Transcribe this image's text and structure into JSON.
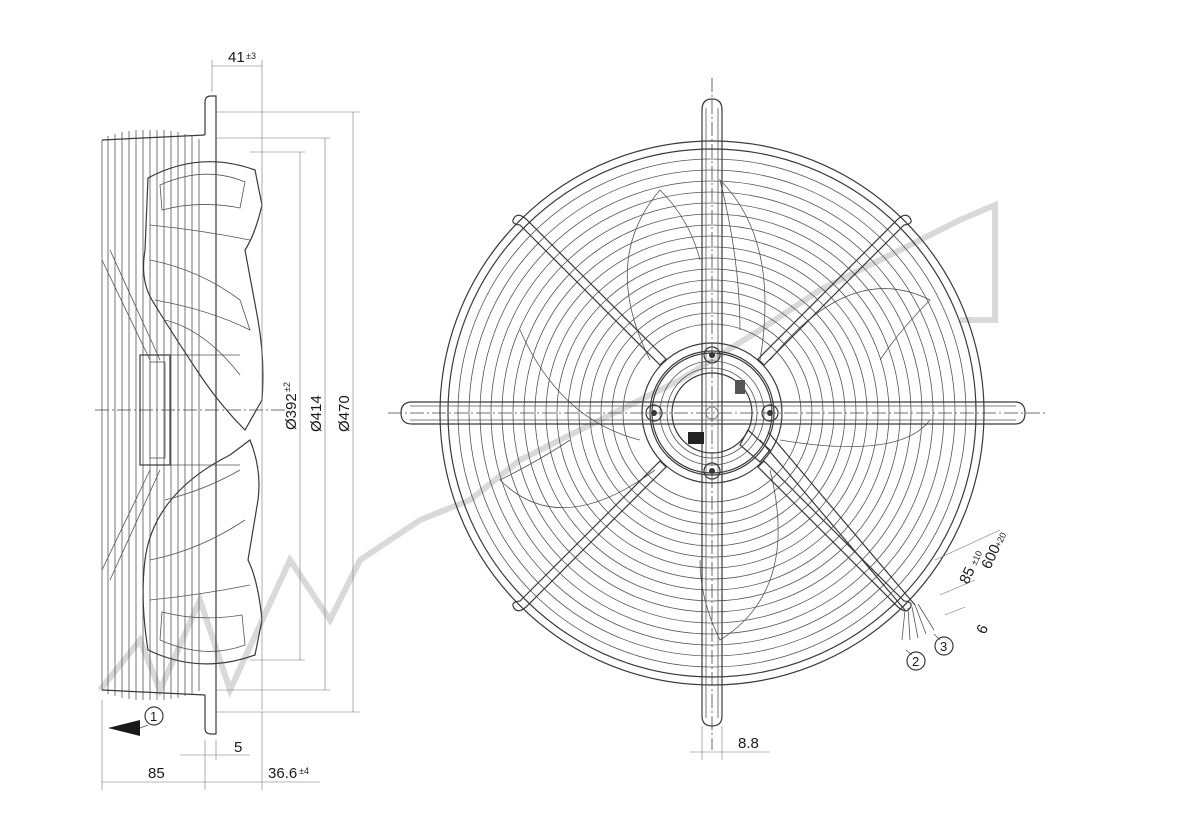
{
  "dimensions": {
    "top_offset": {
      "value": "41",
      "tol": "±3"
    },
    "dia_inner": {
      "value": "Ø392",
      "tol": "±2"
    },
    "dia_middle": {
      "value": "Ø414"
    },
    "dia_outer": {
      "value": "Ø470"
    },
    "bottom_85": {
      "value": "85"
    },
    "bottom_5": {
      "value": "5"
    },
    "bottom_366": {
      "value": "36.6",
      "tol": "±4"
    },
    "hole_88": {
      "value": "8.8"
    },
    "cable_600": {
      "value": "600",
      "tol": "+20"
    },
    "cable_85": {
      "value": "85",
      "tol": "±10"
    },
    "cable_6": {
      "value": "6"
    }
  },
  "callouts": {
    "airflow": "1",
    "wire_a": "2",
    "wire_b": "3"
  },
  "colors": {
    "line": "#3a3a3a",
    "watermark": "#d9d9d9",
    "background": "#ffffff"
  }
}
